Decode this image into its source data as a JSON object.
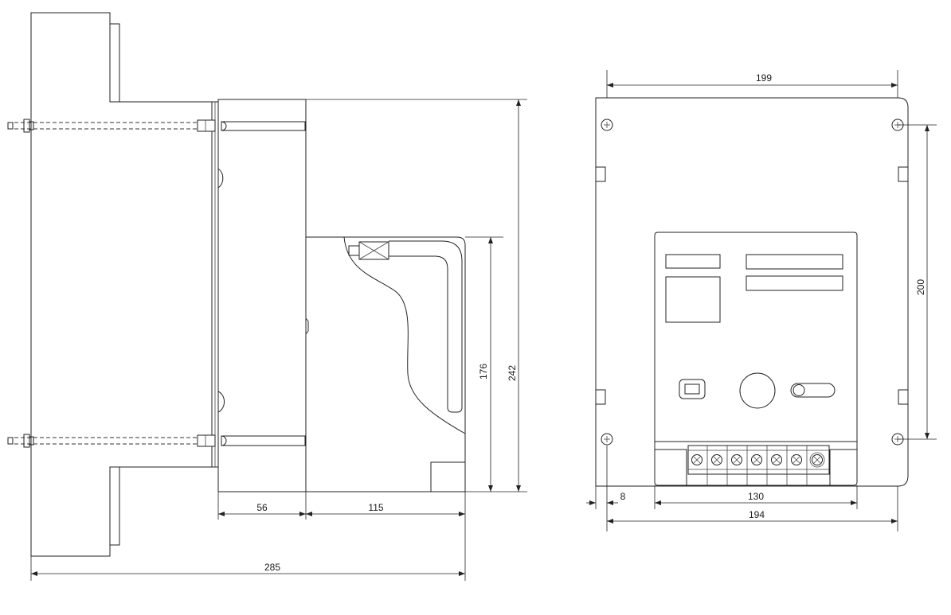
{
  "dimensions": {
    "side_view": {
      "depth_front": "56",
      "depth_module": "115",
      "depth_total": "285",
      "height_module": "176",
      "height_total": "242"
    },
    "front_view": {
      "width_top": "199",
      "hole_spacing_vertical": "200",
      "offset_left": "8",
      "panel_width": "130",
      "width_bottom": "194"
    }
  }
}
